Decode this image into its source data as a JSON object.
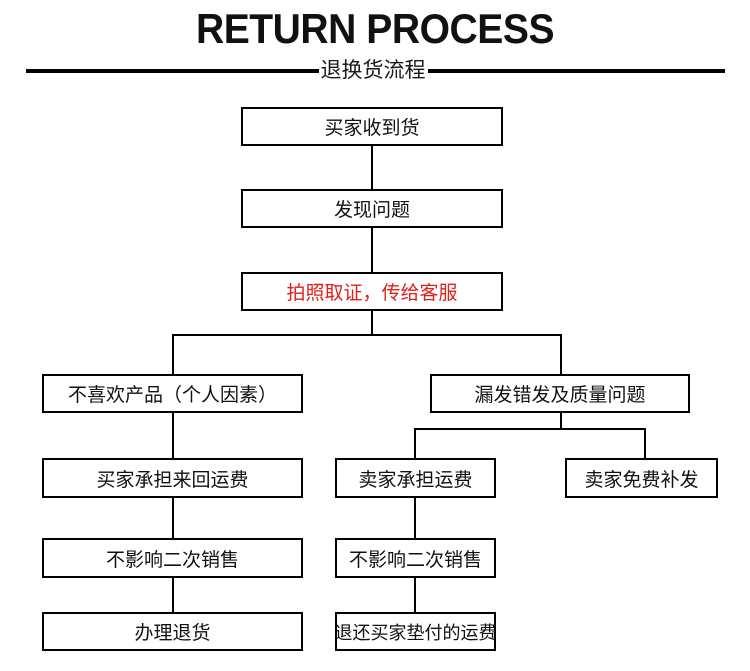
{
  "header": {
    "title_en": "RETURN PROCESS",
    "title_cn": "退换货流程",
    "rule_color": "#000000"
  },
  "colors": {
    "box_border": "#000000",
    "text": "#111111",
    "highlight_red": "#e0201b",
    "background": "#ffffff"
  },
  "flow": {
    "nodes": [
      {
        "id": "buyer-received",
        "label": "买家收到货"
      },
      {
        "id": "found-problem",
        "label": "发现问题"
      },
      {
        "id": "photo-evidence",
        "label": "拍照取证，传给客服"
      },
      {
        "id": "dislike-product",
        "label": "不喜欢产品（个人因素）"
      },
      {
        "id": "missing-wrong-quality",
        "label": "漏发错发及质量问题"
      },
      {
        "id": "buyer-pays-shipping",
        "label": "买家承担来回运费"
      },
      {
        "id": "seller-pays-shipping",
        "label": "卖家承担运费"
      },
      {
        "id": "seller-free-resend",
        "label": "卖家免费补发"
      },
      {
        "id": "no-resale-impact-left",
        "label": "不影响二次销售"
      },
      {
        "id": "no-resale-impact-right",
        "label": "不影响二次销售"
      },
      {
        "id": "process-return",
        "label": "办理退货"
      },
      {
        "id": "refund-shipping",
        "label": "退还买家垫付的运费"
      }
    ]
  }
}
